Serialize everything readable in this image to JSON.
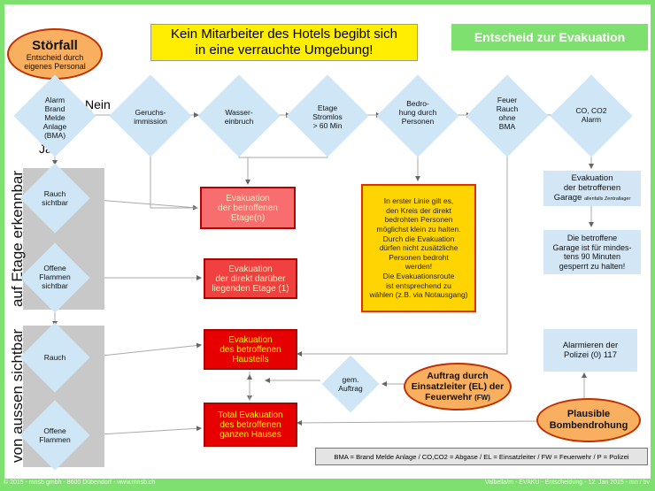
{
  "title": {
    "warning_line1": "Kein Mitarbeiter des Hotels begibt sich",
    "warning_line2": "in eine verrauchte Umgebung!",
    "header": "Entscheid zur Evakuation"
  },
  "start": {
    "title": "Störfall",
    "sub1": "Entscheid durch",
    "sub2": "eigenes Personal"
  },
  "decisions": {
    "alarm": [
      "Alarm",
      "Brand",
      "Melde",
      "Anlage",
      "(BMA)"
    ],
    "geruch": [
      "Geruchs-",
      "immission"
    ],
    "wasser": [
      "Wasser-",
      "einbruch"
    ],
    "etage": [
      "Etage",
      "Stromlos",
      "> 60 Min"
    ],
    "bedrohung": [
      "Bedro-",
      "hung durch",
      "Personen"
    ],
    "feuer": [
      "Feuer",
      "Rauch",
      "ohne",
      "BMA"
    ],
    "co": [
      "CO, CO2",
      "Alarm"
    ],
    "rauch_sichtbar": [
      "Rauch",
      "sichtbar"
    ],
    "offene_flammen_sichtbar": [
      "Offene",
      "Flammen",
      "sichtbar"
    ],
    "rauch": [
      "Rauch"
    ],
    "offene_flammen": [
      "Offene",
      "Flammen"
    ],
    "gem_auftrag": [
      "gem.",
      "Auftrag"
    ]
  },
  "edge_labels": {
    "nein": "Nein",
    "ja": "Ja"
  },
  "side_labels": {
    "etage": "auf Etage erkennbar",
    "aussen": "von aussen sichtbar"
  },
  "actions": {
    "evak_etage": [
      "Evakuation",
      "der betroffenen",
      "Etage(n)"
    ],
    "evak_darueber": [
      "Evakuation",
      "der direkt darüber",
      "liegenden Etage (1)"
    ],
    "evak_haus": [
      "Evakuation",
      "des betroffenen",
      "Hausteils"
    ],
    "total": [
      "Total Evakuation",
      "des betroffenen",
      "ganzen Hauses"
    ]
  },
  "note": [
    "In erster Linie gilt es,",
    "den Kreis der direkt",
    "bedrohten Personen",
    "möglichst klein zu halten.",
    "Durch die Evakuation",
    "dürfen nicht zusätzliche",
    "Personen bedroht",
    "werden!",
    "Die Evakuationsroute",
    "ist entsprechend zu",
    "wählen (z.B. via Notausgang)"
  ],
  "garage": {
    "line1": "Evakuation",
    "line2": "der betroffenen",
    "line3": "Garage",
    "small": "allenfalls Zentrallager"
  },
  "garage_note": [
    "Die betroffene",
    "Garage ist für mindes-",
    "tens 90 Minuten",
    "gesperrt zu halten!"
  ],
  "polizei": [
    "Alarmieren der",
    "Polizei (0) 117"
  ],
  "auftrag": [
    "Auftrag durch",
    "Einsatzleiter (EL) der",
    "Feuerwehr",
    "(FW)"
  ],
  "bombe": [
    "Plausible",
    "Bombendrohung"
  ],
  "legend": "BMA = Brand Melde Anlage / CO,CO2 = Abgase / EL = Einsatzleiter / FW = Feuerwehr / P = Polizei",
  "footer": {
    "left": "© 2015 - mnsb gmbh - 8600 Dübendorf - www.mnsb.ch",
    "right": "Valbella/m - EVAKU - Entscheidung - 12. Jan 2015 - mn / bv"
  },
  "colors": {
    "frame": "#7ee06e",
    "diamond": "#cfe6f6",
    "red": "#e60000",
    "orange": "#f8b060",
    "yellow_box": "#ffd400"
  }
}
